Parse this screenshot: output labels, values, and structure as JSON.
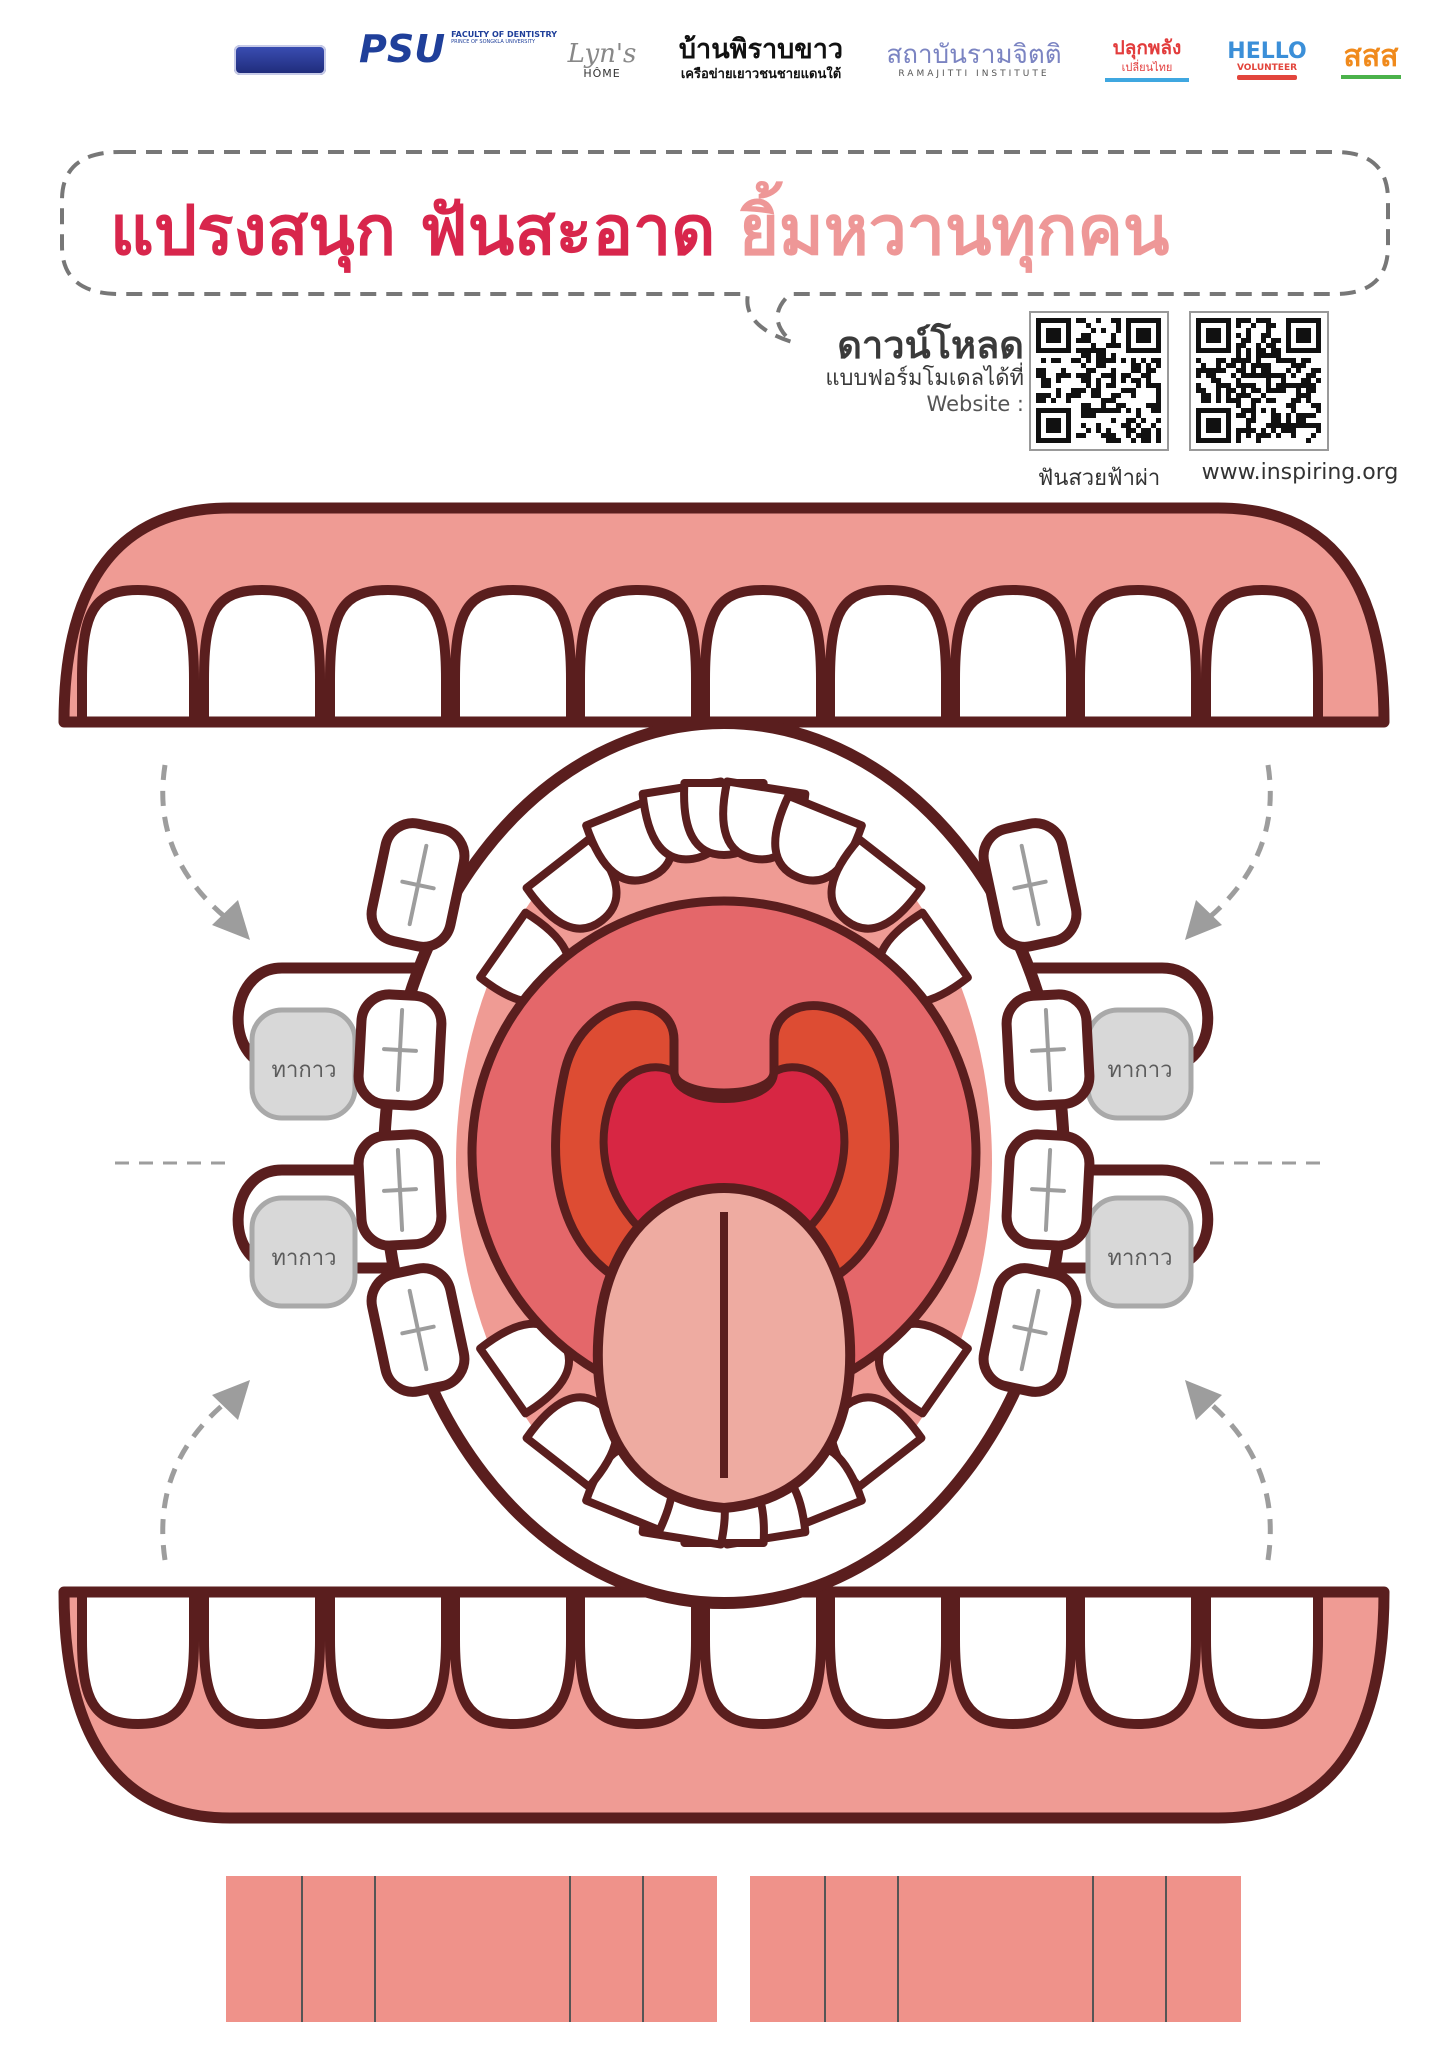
{
  "logos": {
    "psu": {
      "mark": "PSU",
      "line1": "FACULTY OF DENTISTRY",
      "line2": "PRINCE OF SONGKLA UNIVERSITY"
    },
    "lyns": {
      "mark": "Lyn's",
      "sub": "HÔME"
    },
    "baan": {
      "title": "บ้านพิราบขาว",
      "sub": "เครือข่ายเยาวชนชายแดนใต้"
    },
    "ramajitti": {
      "title": "สถาบันรามจิตติ",
      "sub": "RAMAJITTI INSTITUTE"
    },
    "plook": {
      "line1": "ปลุกพลัง",
      "line2": "เปลี่ยนไทย"
    },
    "hello": {
      "line1": "HELLO",
      "line2": "VOLUNTEER"
    },
    "sss": {
      "mark": "สสส"
    }
  },
  "headline": {
    "part1": "แปรงสนุก ฟันสะอาด ",
    "part2": "ยิ้มหวานทุกคน"
  },
  "download": {
    "title": "ดาวน์โหลด",
    "subtitle": "แบบฟอร์มโมเดลได้ที่",
    "website_label": "Website :"
  },
  "qr": [
    {
      "caption": "ฟันสวยฟ้าผ่า"
    },
    {
      "caption": "www.inspiring.org"
    }
  ],
  "glue_label": "ทากาว",
  "colors": {
    "outline": "#5a1e1e",
    "gum": "#ef9b94",
    "palate_outer": "#e4676a",
    "palate_ring": "#dd4c33",
    "throat": "#d72643",
    "tongue": "#eeaba1",
    "strip": "#ef928a",
    "headline_red": "#d8264c",
    "headline_pink": "#ee9797"
  }
}
